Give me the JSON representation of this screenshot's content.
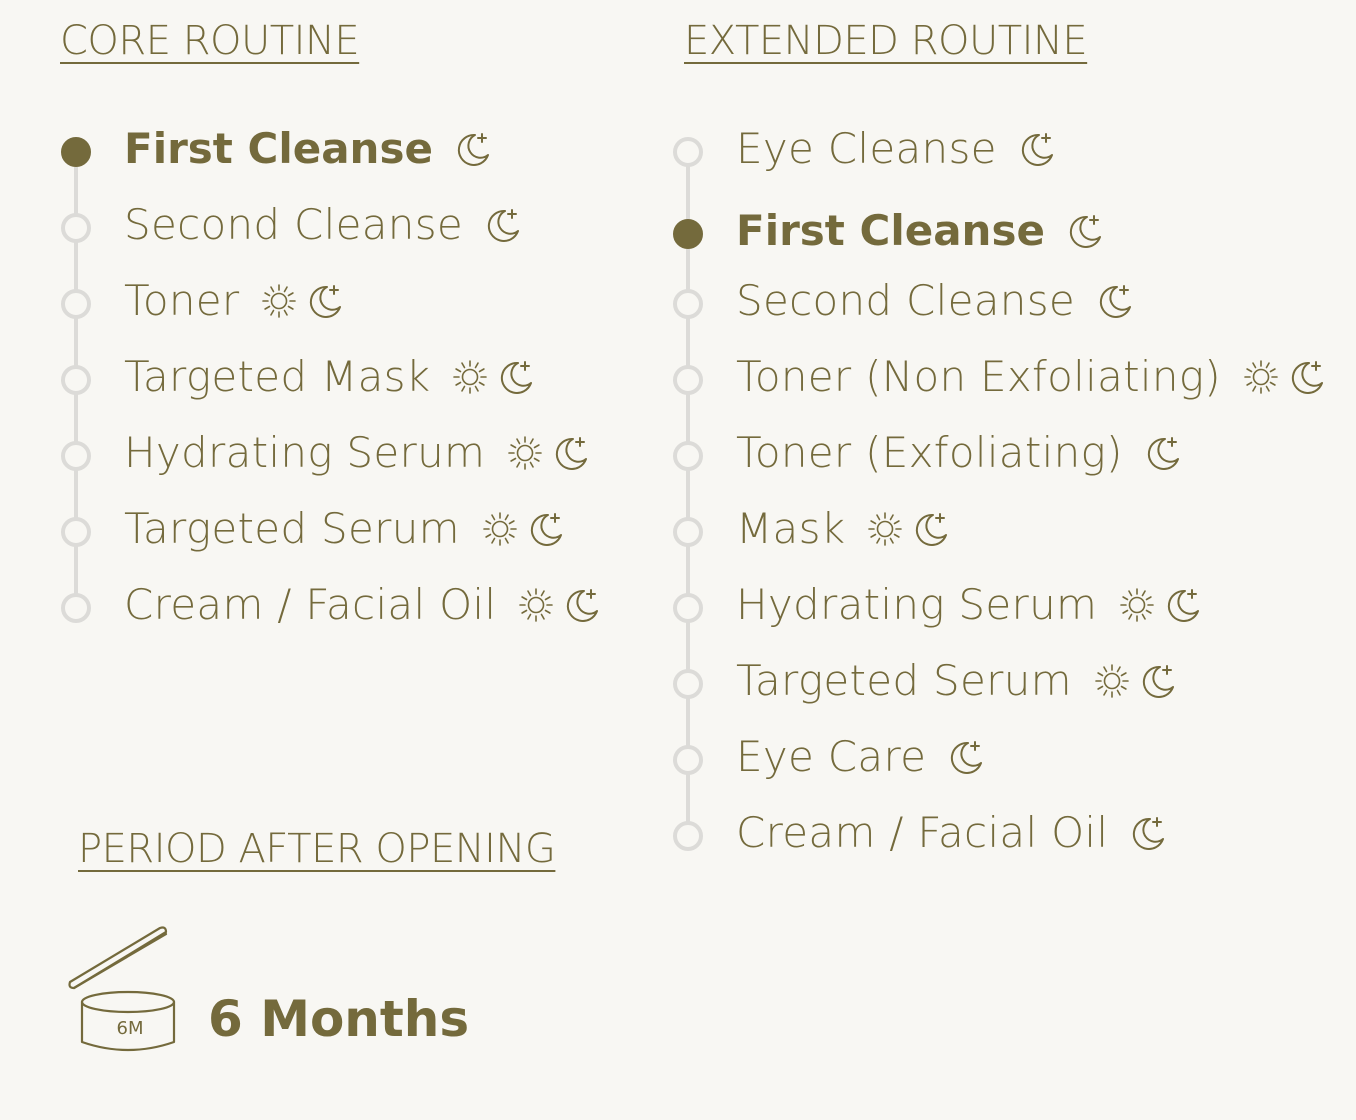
{
  "core": {
    "heading": "CORE ROUTINE",
    "steps": [
      {
        "label": "First Cleanse",
        "active": true,
        "icons": [
          "moon-icon"
        ]
      },
      {
        "label": "Second Cleanse",
        "active": false,
        "icons": [
          "moon-icon"
        ]
      },
      {
        "label": "Toner",
        "active": false,
        "icons": [
          "sun-icon",
          "moon-icon"
        ]
      },
      {
        "label": "Targeted Mask",
        "active": false,
        "icons": [
          "sun-icon",
          "moon-icon"
        ]
      },
      {
        "label": "Hydrating Serum",
        "active": false,
        "icons": [
          "sun-icon",
          "moon-icon"
        ]
      },
      {
        "label": "Targeted Serum",
        "active": false,
        "icons": [
          "sun-icon",
          "moon-icon"
        ]
      },
      {
        "label": "Cream / Facial Oil",
        "active": false,
        "icons": [
          "sun-icon",
          "moon-icon"
        ]
      }
    ]
  },
  "extended": {
    "heading": "EXTENDED ROUTINE",
    "steps": [
      {
        "label": "Eye Cleanse",
        "active": false,
        "icons": [
          "moon-icon"
        ]
      },
      {
        "label": "First Cleanse",
        "active": true,
        "icons": [
          "moon-icon"
        ]
      },
      {
        "label": "Second Cleanse",
        "active": false,
        "icons": [
          "moon-icon"
        ]
      },
      {
        "label": "Toner (Non Exfoliating)",
        "active": false,
        "icons": [
          "sun-icon",
          "moon-icon"
        ]
      },
      {
        "label": "Toner (Exfoliating)",
        "active": false,
        "icons": [
          "moon-icon"
        ]
      },
      {
        "label": "Mask",
        "active": false,
        "icons": [
          "sun-icon",
          "moon-icon"
        ]
      },
      {
        "label": "Hydrating Serum",
        "active": false,
        "icons": [
          "sun-icon",
          "moon-icon"
        ]
      },
      {
        "label": "Targeted Serum",
        "active": false,
        "icons": [
          "sun-icon",
          "moon-icon"
        ]
      },
      {
        "label": "Eye Care",
        "active": false,
        "icons": [
          "moon-icon"
        ]
      },
      {
        "label": "Cream / Facial Oil",
        "active": false,
        "icons": [
          "moon-icon"
        ]
      }
    ]
  },
  "pao": {
    "heading": "PERIOD AFTER OPENING",
    "jar_label": "6M",
    "value": "6 Months",
    "icon": "open-jar-icon"
  },
  "colors": {
    "accent": "#746a3c",
    "rail": "#dcdbd8",
    "background": "#f8f7f3"
  }
}
